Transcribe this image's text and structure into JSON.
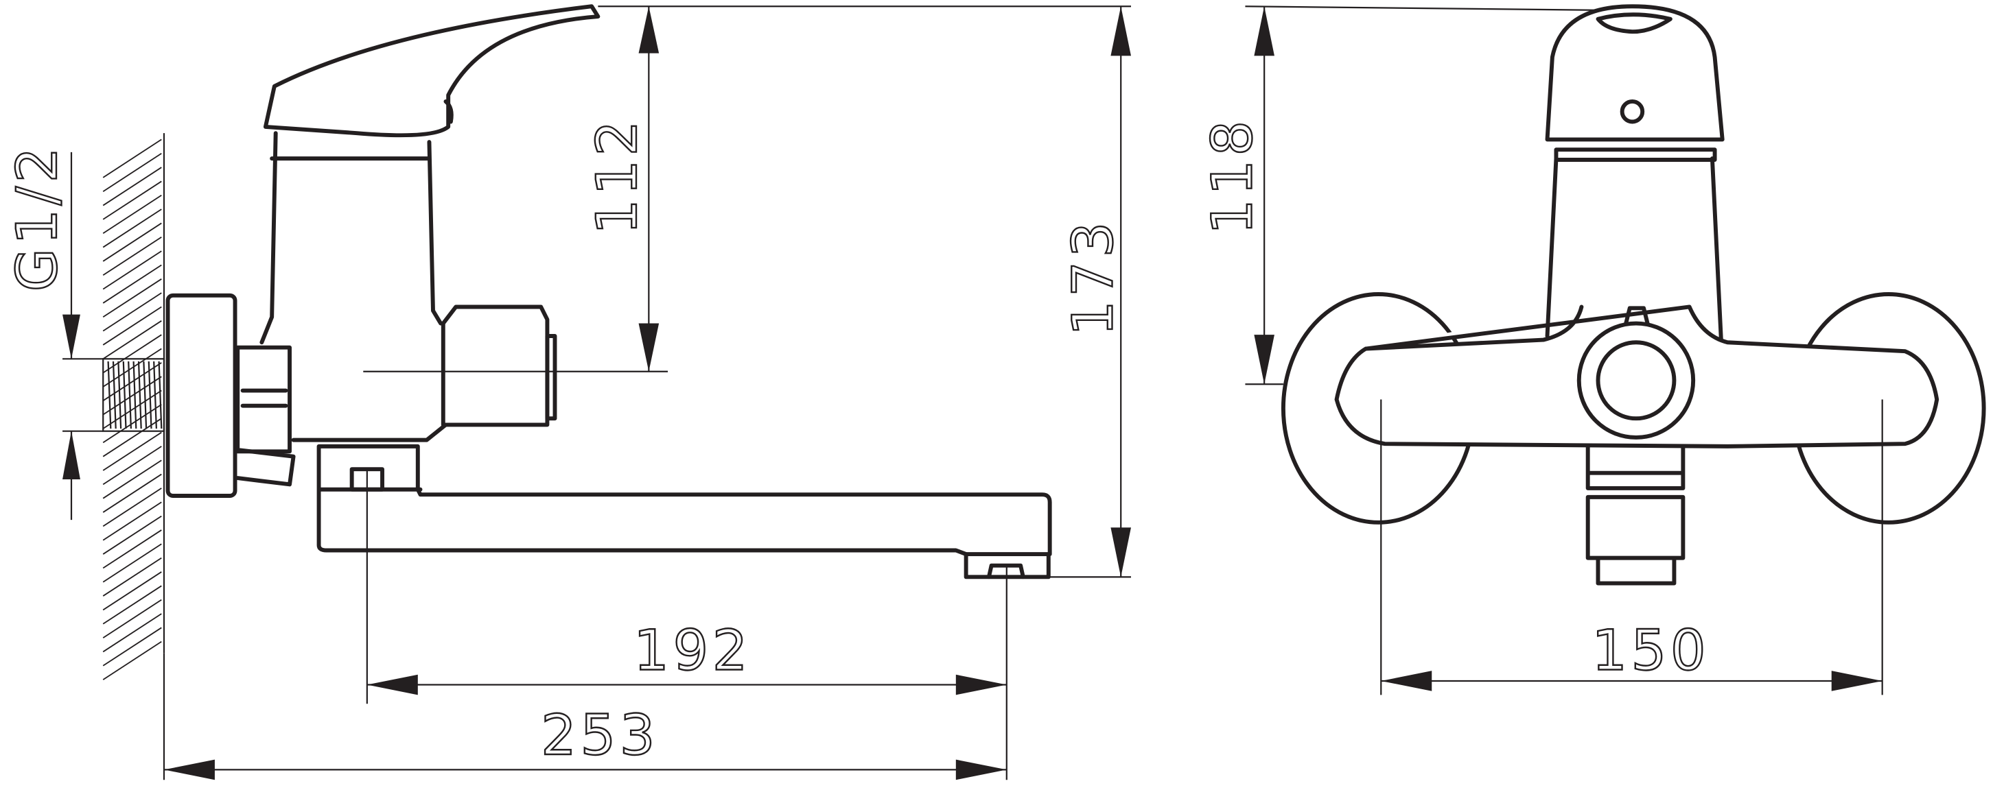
{
  "drawing": {
    "title_views": [
      "side-view",
      "front-view"
    ],
    "dimensions": {
      "thread": "G1/2",
      "spout_height_from_axis": "112",
      "total_height": "173",
      "spout_reach": "192",
      "total_reach": "253",
      "front_height": "118",
      "connection_spacing": "150"
    },
    "units": "mm"
  }
}
